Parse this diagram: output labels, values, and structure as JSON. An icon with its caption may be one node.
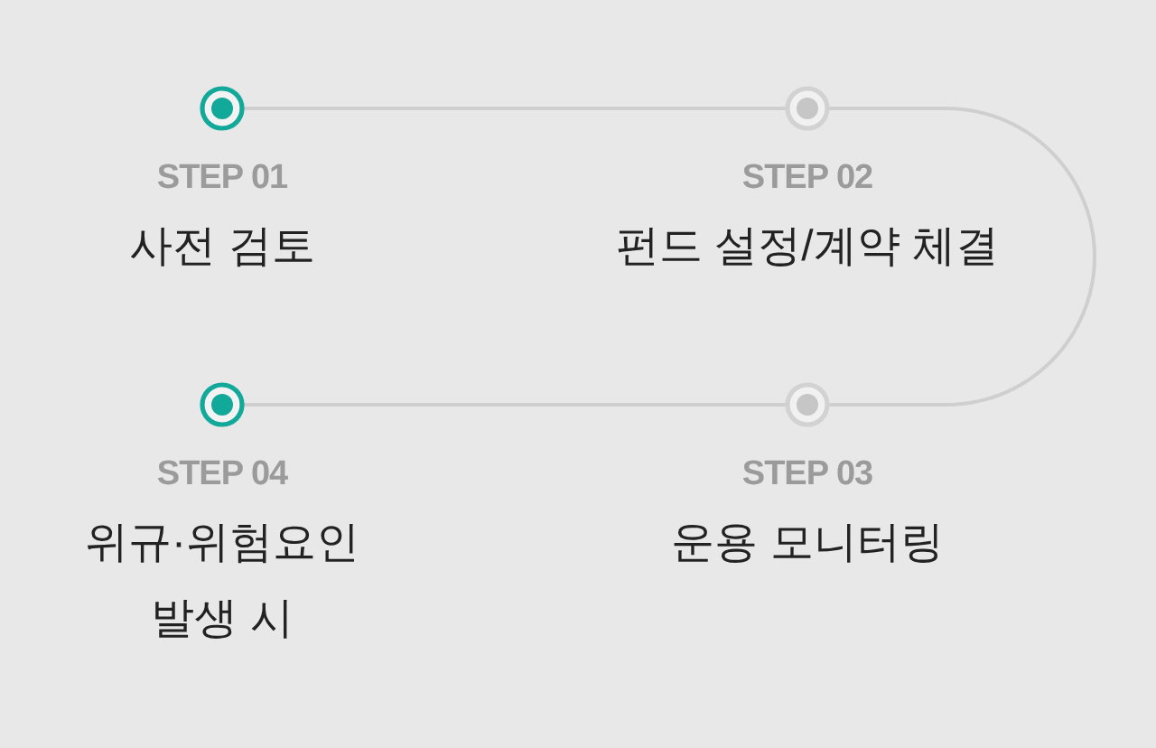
{
  "diagram": {
    "nodes": [
      {
        "text": [],
        "shape": "circle",
        "beside": [
          "STEP 01",
          "사전 검토"
        ]
      },
      {
        "text": [],
        "shape": "circle",
        "beside": [
          "STEP 02",
          "펀드 설정/계약 체결"
        ]
      },
      {
        "text": [],
        "shape": "circle",
        "beside": [
          "STEP 03",
          "운용 모니터링"
        ]
      },
      {
        "text": [],
        "shape": "circle",
        "beside": [
          "STEP 04",
          "위규·위험요인 발생 시"
        ]
      }
    ],
    "edges": [
      {
        "from": 0,
        "to": 1,
        "arrow": "none"
      },
      {
        "from": 1,
        "to": 2,
        "arrow": "none"
      },
      {
        "from": 2,
        "to": 3,
        "arrow": "none"
      }
    ]
  }
}
